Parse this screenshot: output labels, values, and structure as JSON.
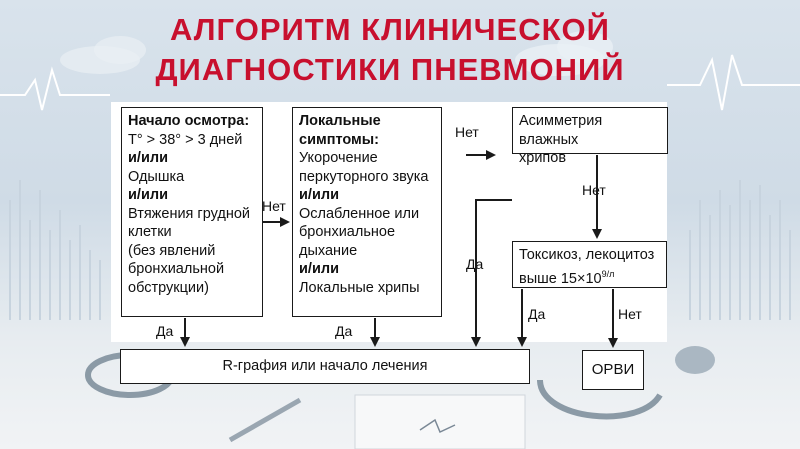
{
  "title": {
    "line1": "АЛГОРИТМ КЛИНИЧЕСКОЙ",
    "line2": "ДИАГНОСТИКИ ПНЕВМОНИЙ"
  },
  "box1": {
    "heading": "Начало осмотра:",
    "line1": "T° > 38° > 3 дней",
    "or1": "и/или",
    "line2": "Одышка",
    "or2": "и/или",
    "line3": "Втяжения грудной",
    "line4": "клетки",
    "line5": "(без явлений",
    "line6": "бронхиальной",
    "line7": "обструкции)"
  },
  "box2": {
    "heading1": "Локальные",
    "heading2": "симптомы:",
    "line1": "Укорочение",
    "line2": "перкуторного звука",
    "or1": "и/или",
    "line3": "Ослабленное или",
    "line4": "бронхиальное",
    "line5": "дыхание",
    "or2": "и/или",
    "line6": "Локальные хрипы"
  },
  "box3": {
    "line1": "Асимметрия влажных",
    "line2": "хрипов"
  },
  "box4": {
    "line1": "Токсикоз, лекоцитоз",
    "line2": "выше 15×10",
    "sup": "9/л"
  },
  "box5": {
    "text": "R-графия или начало лечения"
  },
  "box6": {
    "text": "ОРВИ"
  },
  "labels": {
    "yes1": "Да",
    "no1": "Нет",
    "yes2": "Да",
    "no2": "Нет",
    "no3": "Нет",
    "yes3": "Да",
    "yes4": "Да",
    "no4": "Нет"
  },
  "colors": {
    "title": "#c8102e",
    "heartbeat": "#ffffff",
    "arrows": "#1a1a1a"
  }
}
